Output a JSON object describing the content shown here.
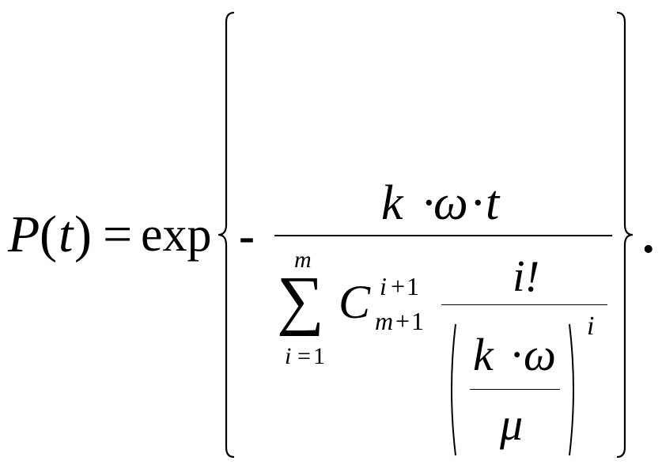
{
  "formula": {
    "lhs": {
      "func": "P",
      "open_paren": "(",
      "var": "t",
      "close_paren": ")",
      "equals": "="
    },
    "exp": "exp",
    "minus": "-",
    "numerator": {
      "k": "k",
      "dot1": "·",
      "omega": "ω",
      "dot2": "·",
      "t": "t"
    },
    "sum": {
      "sigma": "∑",
      "upper": "m",
      "lower_i": "i",
      "lower_eq": "=",
      "lower_one": "1"
    },
    "binom": {
      "letter": "C",
      "sup_i": "i",
      "sup_plus": "+",
      "sup_one": "1",
      "sub_m": "m",
      "sub_plus": "+",
      "sub_one": "1"
    },
    "inner_fraction": {
      "numerator": "i!",
      "inner_numerator": {
        "k": "k",
        "dot": "·",
        "omega": "ω"
      },
      "inner_denominator": "μ",
      "power": "i"
    },
    "period": "."
  }
}
